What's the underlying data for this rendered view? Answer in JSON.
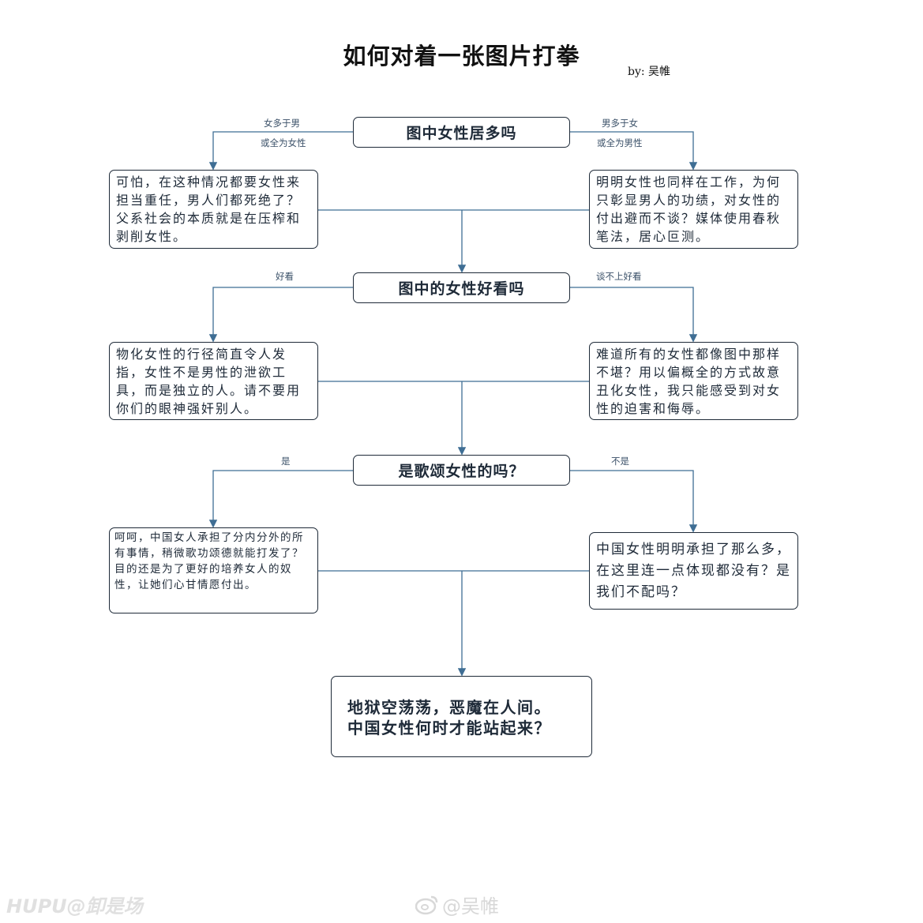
{
  "title": "如何对着一张图片打拳",
  "author": "by: 吴帷",
  "questions": [
    {
      "text": "图中女性居多吗",
      "left_label": "女多于男",
      "left_label2": "或全为女性",
      "right_label": "男多于女",
      "right_label2": "或全为男性"
    },
    {
      "text": "图中的女性好看吗",
      "left_label": "好看",
      "right_label": "谈不上好看"
    },
    {
      "text": "是歌颂女性的吗？",
      "left_label": "是",
      "right_label": "不是"
    }
  ],
  "answers": [
    {
      "left": "可怕，在这种情况都要女性来担当重任，男人们都死绝了？父系社会的本质就是在压榨和剥削女性。",
      "right": "明明女性也同样在工作，为何只彰显男人的功绩，对女性的付出避而不谈？媒体使用春秋笔法，居心叵测。"
    },
    {
      "left": "物化女性的行径简直令人发指，女性不是男性的泄欲工具，而是独立的人。请不要用你们的眼神强奸别人。",
      "right": "难道所有的女性都像图中那样不堪？用以偏概全的方式故意丑化女性，我只能感受到对女性的迫害和侮辱。"
    },
    {
      "left": "呵呵，中国女人承担了分内分外的所有事情，稍微歌功颂德就能打发了？目的还是为了更好的培养女人的奴性，让她们心甘情愿付出。",
      "right": "中国女性明明承担了那么多，在这里连一点体现都没有？是我们不配吗？"
    }
  ],
  "final": {
    "line1": "地狱空荡荡，恶魔在人间。",
    "line2": "中国女性何时才能站起来？"
  },
  "watermarks": {
    "left": "HUPU@卸是场",
    "weibo": "@吴帷"
  },
  "colors": {
    "line": "#3f6e94",
    "border": "#1e2a38"
  }
}
